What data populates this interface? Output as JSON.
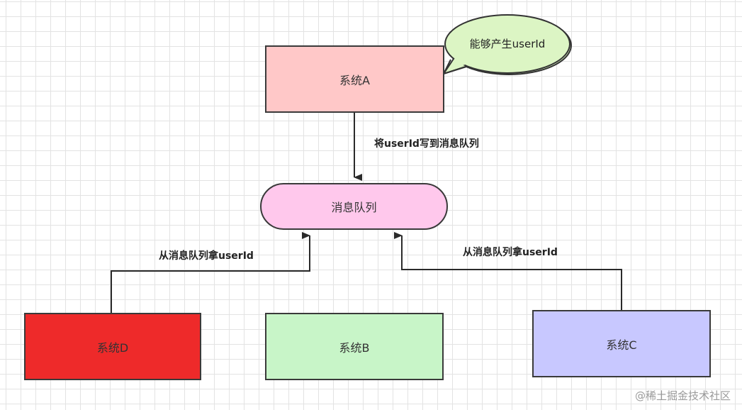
{
  "nodes": {
    "system_a": {
      "label": "系统A",
      "fill": "#ffc8c8"
    },
    "message_queue": {
      "label": "消息队列",
      "fill": "#ffc8ec"
    },
    "system_d": {
      "label": "系统D",
      "fill": "#ee2a2a"
    },
    "system_b": {
      "label": "系统B",
      "fill": "#c8f5c8"
    },
    "system_c": {
      "label": "系统C",
      "fill": "#c8c8ff"
    }
  },
  "callout": {
    "text": "能够产生userId",
    "fill": "#dcf5c4"
  },
  "edges": {
    "a_to_queue": "将userId写到消息队列",
    "d_from_queue": "从消息队列拿userId",
    "c_from_queue": "从消息队列拿userId"
  },
  "watermark": "@稀土掘金技术社区"
}
